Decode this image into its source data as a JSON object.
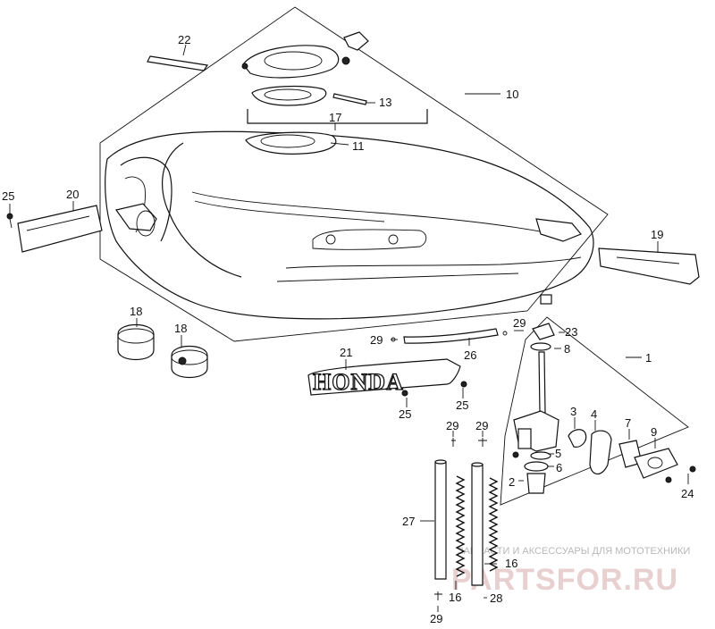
{
  "callouts": [
    {
      "id": "c22",
      "text": "22"
    },
    {
      "id": "c13",
      "text": "13"
    },
    {
      "id": "c10",
      "text": "10"
    },
    {
      "id": "c17",
      "text": "17"
    },
    {
      "id": "c11",
      "text": "11"
    },
    {
      "id": "c25a",
      "text": "25"
    },
    {
      "id": "c20",
      "text": "20"
    },
    {
      "id": "c19",
      "text": "19"
    },
    {
      "id": "c18a",
      "text": "18"
    },
    {
      "id": "c18b",
      "text": "18"
    },
    {
      "id": "c21",
      "text": "21"
    },
    {
      "id": "c29a",
      "text": "29"
    },
    {
      "id": "c26",
      "text": "26"
    },
    {
      "id": "c29b",
      "text": "29"
    },
    {
      "id": "c23",
      "text": "23"
    },
    {
      "id": "c8",
      "text": "8"
    },
    {
      "id": "c1",
      "text": "1"
    },
    {
      "id": "c25b",
      "text": "25"
    },
    {
      "id": "c25c",
      "text": "25"
    },
    {
      "id": "c3",
      "text": "3"
    },
    {
      "id": "c4",
      "text": "4"
    },
    {
      "id": "c7",
      "text": "7"
    },
    {
      "id": "c9",
      "text": "9"
    },
    {
      "id": "c5",
      "text": "5"
    },
    {
      "id": "c6",
      "text": "6"
    },
    {
      "id": "c2",
      "text": "2"
    },
    {
      "id": "c24",
      "text": "24"
    },
    {
      "id": "c29c",
      "text": "29"
    },
    {
      "id": "c29d",
      "text": "29"
    },
    {
      "id": "c27",
      "text": "27"
    },
    {
      "id": "c16a",
      "text": "16"
    },
    {
      "id": "c16b",
      "text": "16"
    },
    {
      "id": "c28",
      "text": "28"
    },
    {
      "id": "c29e",
      "text": "29"
    }
  ],
  "emblem": {
    "text": "HONDA"
  },
  "watermark": {
    "tagline": "ЗАПЧАСТИ И АКСЕССУАРЫ ДЛЯ МОТОТЕХНИКИ",
    "logo": "PARTSFOR.RU"
  }
}
